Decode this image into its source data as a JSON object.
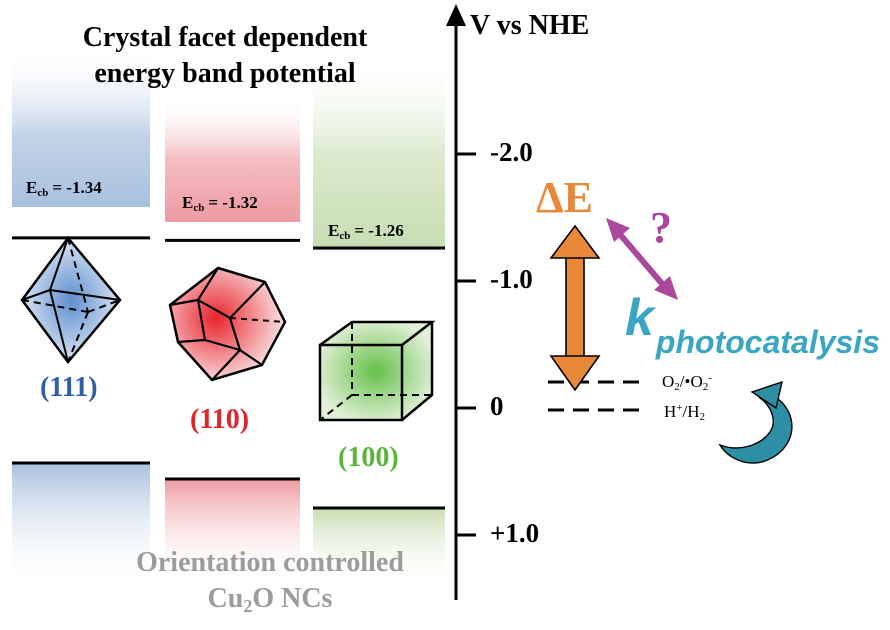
{
  "title": {
    "line1": "Crystal facet dependent",
    "line2": "energy band potential"
  },
  "axis": {
    "title": "V vs NHE",
    "ticks": [
      {
        "value": -2.0,
        "label": "-2.0"
      },
      {
        "value": -1.0,
        "label": "-1.0"
      },
      {
        "value": 0.0,
        "label": "0"
      },
      {
        "value": 1.0,
        "label": "+1.0"
      }
    ]
  },
  "facets": [
    {
      "id": "111",
      "label": "(111)",
      "ecb_label": "E",
      "ecb_sub": "cb",
      "ecb_value": "= -1.34",
      "ecb": -1.34,
      "color": "#2e5fa8",
      "band_color": "#b9cce3"
    },
    {
      "id": "110",
      "label": "(110)",
      "ecb_label": "E",
      "ecb_sub": "cb",
      "ecb_value": "= -1.32",
      "ecb": -1.32,
      "color": "#e0262b",
      "band_color": "#f1aeb3"
    },
    {
      "id": "100",
      "label": "(100)",
      "ecb_label": "E",
      "ecb_sub": "cb",
      "ecb_value": "= -1.26",
      "ecb": -1.26,
      "color": "#5bb53a",
      "band_color": "#cfe3be"
    }
  ],
  "couples": {
    "o2": {
      "text": "O",
      "sub": "2",
      "rest": "/•O",
      "sub2": "2",
      "sup": "-"
    },
    "h2": {
      "text": "H",
      "sup": "+",
      "rest": "/H",
      "sub": "2"
    }
  },
  "annotations": {
    "delta_e": "ΔE",
    "delta_color": "#e8893a",
    "question": "?",
    "question_color": "#a9489d",
    "k": "k",
    "k_sub": "photocatalysis",
    "k_color": "#3aa6c4",
    "curved_arrow_color": "#2d8fa6"
  },
  "caption": {
    "line1": "Orientation controlled",
    "line2_prefix": "Cu",
    "line2_sub": "2",
    "line2_suffix": "O NCs"
  }
}
